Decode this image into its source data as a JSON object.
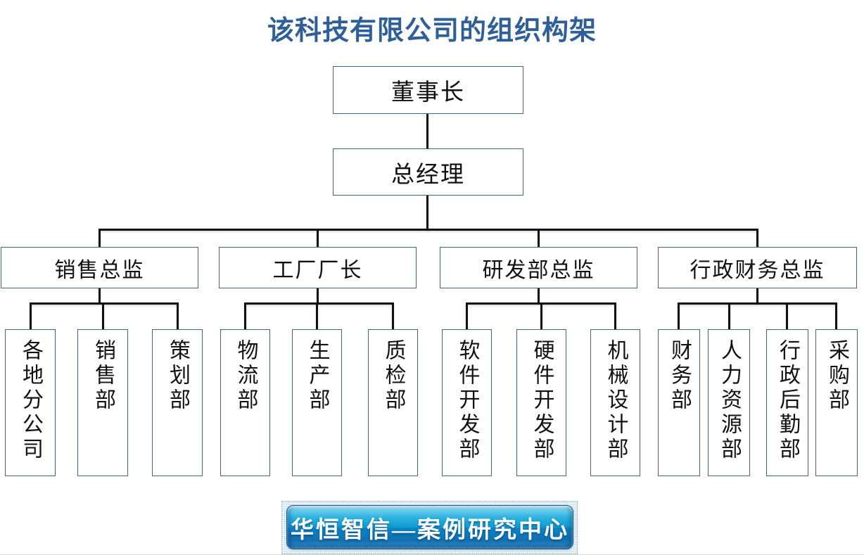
{
  "title": {
    "text": "该科技有限公司的组织构架"
  },
  "org": {
    "chairman": {
      "label": "董事长"
    },
    "general_manager": {
      "label": "总经理"
    },
    "divisions": [
      {
        "label": "销售总监",
        "children": [
          "各地分公司",
          "销售部",
          "策划部"
        ]
      },
      {
        "label": "工厂厂长",
        "children": [
          "物流部",
          "生产部",
          "质检部"
        ]
      },
      {
        "label": "研发部总监",
        "children": [
          "软件开发部",
          "硬件开发部",
          "机械设计部"
        ]
      },
      {
        "label": "行政财务总监",
        "children": [
          "财务部",
          "人力资源部",
          "行政后勤部",
          "采购部"
        ]
      }
    ]
  },
  "footer": {
    "banner_text": "华恒智信—案例研究中心"
  },
  "colors": {
    "title": "#2f5f98",
    "box_border": "#44637d",
    "box_text": "#111111",
    "connector": "#111111",
    "banner_gradient_top": "#c6eef9",
    "banner_gradient_mid": "#119ad2",
    "banner_gradient_bottom": "#1171b2",
    "banner_text": "#ffffff"
  }
}
